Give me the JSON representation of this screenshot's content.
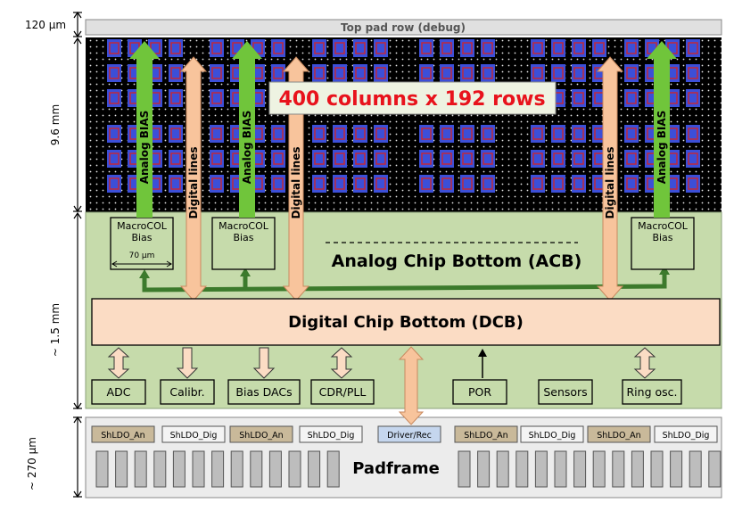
{
  "dimensions": {
    "top_pad": "120 µm",
    "matrix": "9.6 mm",
    "bottom": "~ 1.5 mm",
    "padframe": "~ 270 µm"
  },
  "top_pad_label": "Top pad row (debug)",
  "matrix_label": "400 columns x 192 rows",
  "arrows": {
    "analog_bias": "Analog BIAS",
    "digital_lines": "Digital lines"
  },
  "macrocol": {
    "line1": "MacroCOL",
    "line2": "Bias",
    "width": "70 µm"
  },
  "acb_label": "Analog Chip Bottom (ACB)",
  "dcb_label": "Digital Chip Bottom (DCB)",
  "blocks": [
    "ADC",
    "Calibr.",
    "Bias DACs",
    "CDR/PLL",
    "POR",
    "Sensors",
    "Ring osc."
  ],
  "ldos": [
    "ShLDO_An",
    "ShLDO_Dig",
    "ShLDO_An",
    "ShLDO_Dig",
    "Driver/Rec",
    "ShLDO_An",
    "ShLDO_Dig",
    "ShLDO_An",
    "ShLDO_Dig"
  ],
  "padframe_label": "Padframe",
  "colors": {
    "matrix_bg": "#000000",
    "pixel_blue": "#3c4fd8",
    "pixel_red": "#c0283a",
    "acb_green": "#c6dbab",
    "dcb_peach": "#fbdcc4",
    "peach_arrow": "#f8c49c",
    "bias_green": "#70c53b",
    "trace_green": "#3c7a2c",
    "ldo_tan": "#c9b99a",
    "driver_blue": "#c5d6ee",
    "label_red": "#e8121c",
    "label_box": "#eef3e2"
  }
}
